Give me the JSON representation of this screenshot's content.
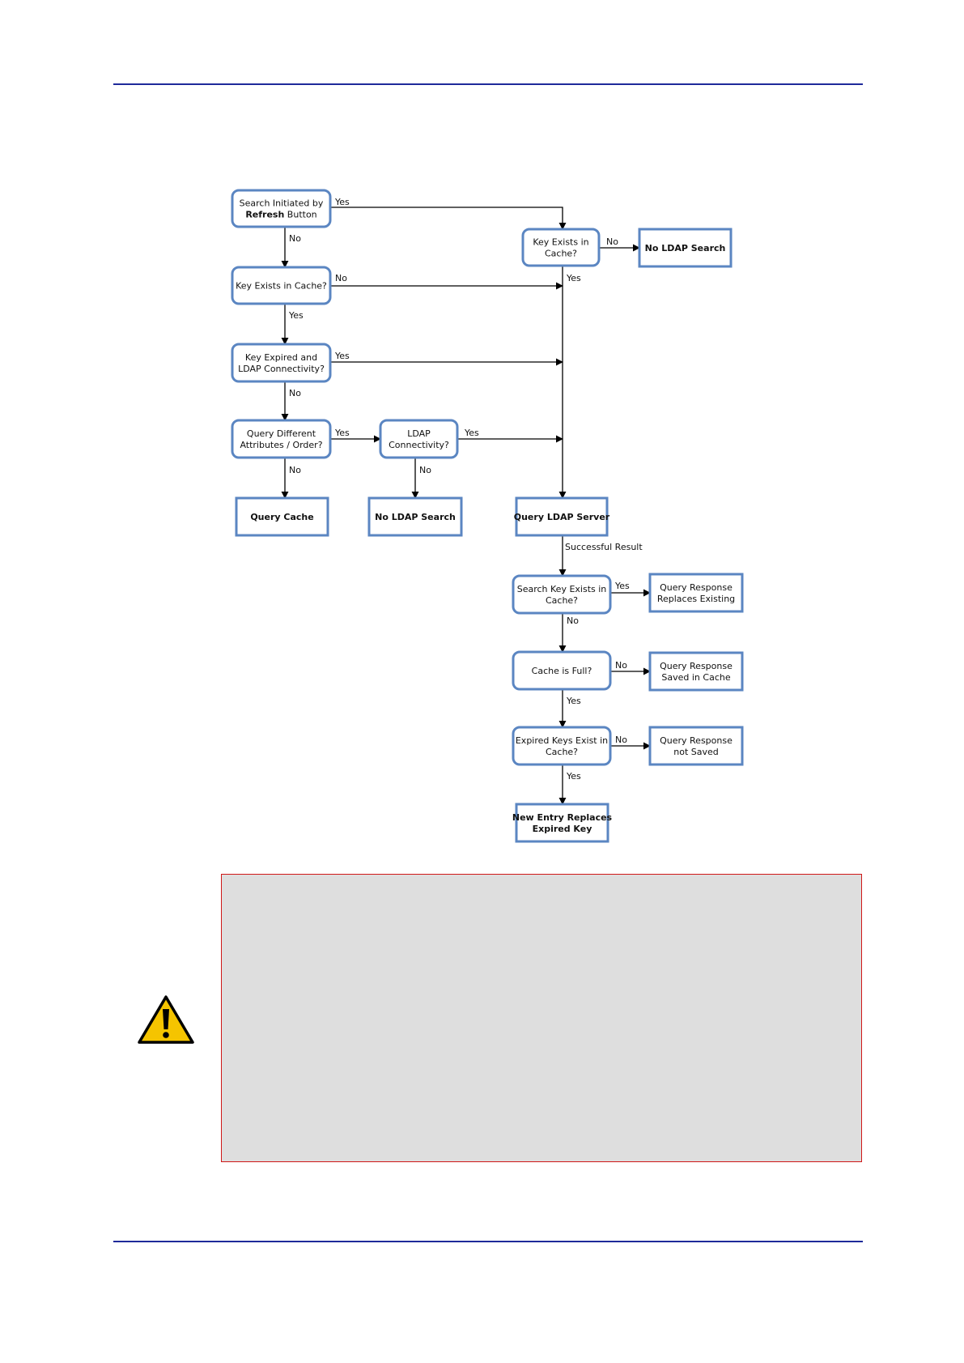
{
  "colors": {
    "header_rule": "#1f2a9a",
    "node_border": "#5b86c2",
    "arrow": "#000000",
    "note_background": "#dedede",
    "note_border": "#d01818",
    "warning_fill": "#f5c400"
  },
  "flowchart": {
    "nodes": [
      {
        "id": "search-initiated",
        "lines": [
          [
            {
              "t": "Search Initiated by",
              "b": false
            }
          ],
          [
            {
              "t": "Refresh",
              "b": true
            },
            {
              "t": " Button",
              "b": false
            }
          ]
        ]
      },
      {
        "id": "key-exists-top",
        "lines": [
          [
            {
              "t": "Key Exists in",
              "b": false
            }
          ],
          [
            {
              "t": "Cache?",
              "b": false
            }
          ]
        ]
      },
      {
        "id": "no-ldap-search-top",
        "lines": [
          [
            {
              "t": "No LDAP Search",
              "b": true
            }
          ]
        ]
      },
      {
        "id": "key-exists-left",
        "lines": [
          [
            {
              "t": "Key Exists in Cache?",
              "b": false
            }
          ]
        ]
      },
      {
        "id": "key-expired",
        "lines": [
          [
            {
              "t": "Key Expired and",
              "b": false
            }
          ],
          [
            {
              "t": "LDAP Connectivity?",
              "b": false
            }
          ]
        ]
      },
      {
        "id": "query-different",
        "lines": [
          [
            {
              "t": "Query Different",
              "b": false
            }
          ],
          [
            {
              "t": "Attributes / Order?",
              "b": false
            }
          ]
        ]
      },
      {
        "id": "ldap-connectivity",
        "lines": [
          [
            {
              "t": "LDAP",
              "b": false
            }
          ],
          [
            {
              "t": "Connectivity?",
              "b": false
            }
          ]
        ]
      },
      {
        "id": "query-cache",
        "lines": [
          [
            {
              "t": "Query Cache",
              "b": true
            }
          ]
        ]
      },
      {
        "id": "no-ldap-search-mid",
        "lines": [
          [
            {
              "t": "No LDAP Search",
              "b": true
            }
          ]
        ]
      },
      {
        "id": "query-ldap-server",
        "lines": [
          [
            {
              "t": "Query LDAP Server",
              "b": true
            }
          ]
        ]
      },
      {
        "id": "search-key-exists",
        "lines": [
          [
            {
              "t": "Search Key Exists in",
              "b": false
            }
          ],
          [
            {
              "t": "Cache?",
              "b": false
            }
          ]
        ]
      },
      {
        "id": "replaces-existing",
        "lines": [
          [
            {
              "t": "Query Response",
              "b": false
            }
          ],
          [
            {
              "t": "Replaces Existing",
              "b": false
            }
          ]
        ]
      },
      {
        "id": "cache-full",
        "lines": [
          [
            {
              "t": "Cache is Full?",
              "b": false
            }
          ]
        ]
      },
      {
        "id": "saved-in-cache",
        "lines": [
          [
            {
              "t": "Query Response",
              "b": false
            }
          ],
          [
            {
              "t": "Saved in Cache",
              "b": false
            }
          ]
        ]
      },
      {
        "id": "expired-keys-exist",
        "lines": [
          [
            {
              "t": "Expired Keys Exist in",
              "b": false
            }
          ],
          [
            {
              "t": "Cache?",
              "b": false
            }
          ]
        ]
      },
      {
        "id": "not-saved",
        "lines": [
          [
            {
              "t": "Query Response",
              "b": false
            }
          ],
          [
            {
              "t": "not Saved",
              "b": false
            }
          ]
        ]
      },
      {
        "id": "new-entry",
        "lines": [
          [
            {
              "t": "New Entry Replaces",
              "b": true
            }
          ],
          [
            {
              "t": "Expired Key",
              "b": true
            }
          ]
        ]
      }
    ],
    "edges": [
      {
        "id": "e1",
        "from": "search-initiated",
        "to": "key-exists-top",
        "label": "Yes"
      },
      {
        "id": "e2",
        "from": "search-initiated",
        "to": "key-exists-left",
        "label": "No"
      },
      {
        "id": "e3",
        "from": "key-exists-top",
        "to": "no-ldap-search-top",
        "label": "No"
      },
      {
        "id": "e4",
        "from": "key-exists-top",
        "to": "query-ldap-server",
        "label": "Yes"
      },
      {
        "id": "e5",
        "from": "key-exists-left",
        "to": "query-ldap-server",
        "label": "No"
      },
      {
        "id": "e6",
        "from": "key-exists-left",
        "to": "key-expired",
        "label": "Yes"
      },
      {
        "id": "e7",
        "from": "key-expired",
        "to": "query-ldap-server",
        "label": "Yes"
      },
      {
        "id": "e8",
        "from": "key-expired",
        "to": "query-different",
        "label": "No"
      },
      {
        "id": "e9",
        "from": "query-different",
        "to": "ldap-connectivity",
        "label": "Yes"
      },
      {
        "id": "e10",
        "from": "query-different",
        "to": "query-cache",
        "label": "No"
      },
      {
        "id": "e11",
        "from": "ldap-connectivity",
        "to": "query-ldap-server",
        "label": "Yes"
      },
      {
        "id": "e12",
        "from": "ldap-connectivity",
        "to": "no-ldap-search-mid",
        "label": "No"
      },
      {
        "id": "e13",
        "from": "query-ldap-server",
        "to": "search-key-exists",
        "label": "Successful Result"
      },
      {
        "id": "e14",
        "from": "search-key-exists",
        "to": "replaces-existing",
        "label": "Yes"
      },
      {
        "id": "e15",
        "from": "search-key-exists",
        "to": "cache-full",
        "label": "No"
      },
      {
        "id": "e16",
        "from": "cache-full",
        "to": "saved-in-cache",
        "label": "No"
      },
      {
        "id": "e17",
        "from": "cache-full",
        "to": "expired-keys-exist",
        "label": "Yes"
      },
      {
        "id": "e18",
        "from": "expired-keys-exist",
        "to": "not-saved",
        "label": "No"
      },
      {
        "id": "e19",
        "from": "expired-keys-exist",
        "to": "new-entry",
        "label": "Yes"
      }
    ]
  },
  "note": {
    "text": "",
    "icon": "warning-icon"
  }
}
